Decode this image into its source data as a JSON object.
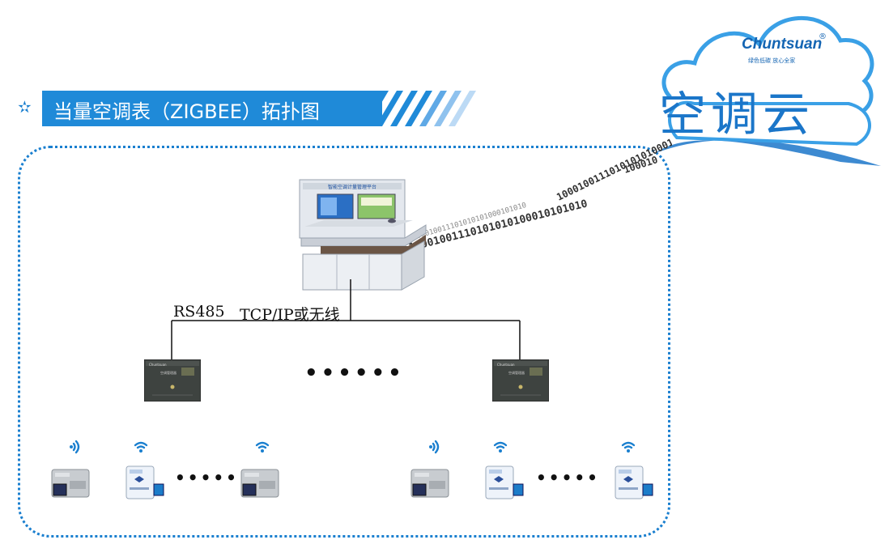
{
  "title": {
    "text": "当量空调表（ZIGBEE）拓扑图"
  },
  "brand": {
    "name": "Chuntsuan",
    "reg": "®",
    "sub": "绿色低碳  放心全家",
    "cloud_text": "空调云"
  },
  "links": {
    "rs485": "RS485",
    "tcpip": "TCP/IP或无线"
  },
  "binary": {
    "lines": [
      "10001001110101010100010101010",
      "100010011101010101000101010",
      "1000100111010101010001",
      "100010"
    ]
  },
  "ellipsis": {
    "middle": "••••••",
    "group_left": "•••••",
    "group_right": "•••••"
  },
  "console": {
    "screen_title": "智能空调计量管理平台"
  },
  "devices": {
    "manager_label": "空调管理器"
  },
  "colors": {
    "accent": "#1f8ad8",
    "boundary": "#1a7fcf",
    "line": "#111111"
  }
}
